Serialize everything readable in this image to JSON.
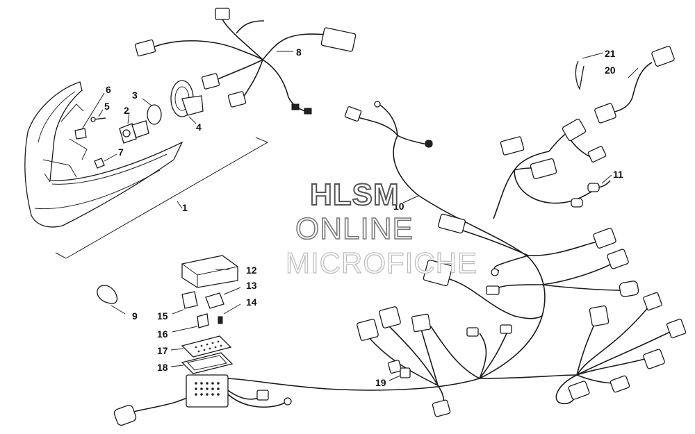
{
  "callouts": {
    "c1": "1",
    "c2": "2",
    "c3": "3",
    "c4": "4",
    "c5": "5",
    "c6": "6",
    "c7": "7",
    "c8": "8",
    "c9": "9",
    "c10": "10",
    "c11": "11",
    "c12": "12",
    "c13": "13",
    "c14": "14",
    "c15": "15",
    "c16": "16",
    "c17": "17",
    "c18": "18",
    "c19": "19",
    "c20": "20",
    "c21": "21"
  },
  "watermark": {
    "line1": "HLSM",
    "line2": "ONLINE",
    "line3": "MICROFICHE"
  }
}
